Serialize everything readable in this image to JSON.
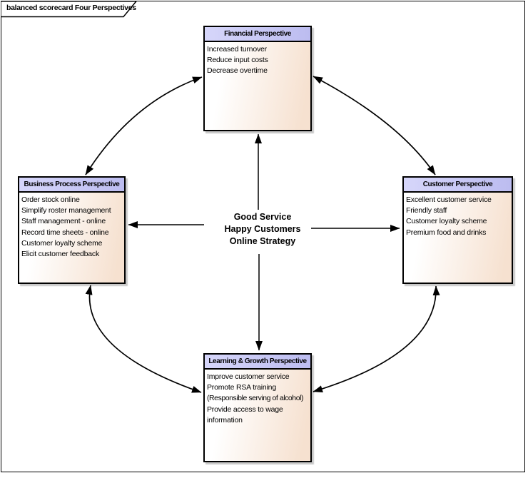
{
  "frame": {
    "tab_label": "balanced scorecard Four Perspectives"
  },
  "center": {
    "lines": [
      "Good Service",
      "Happy Customers",
      "Online Strategy"
    ]
  },
  "nodes": {
    "financial": {
      "title": "Financial Perspective",
      "items": [
        "Increased turnover",
        "Reduce input costs",
        "Decrease overtime"
      ]
    },
    "business_process": {
      "title": "Business Process Perspective",
      "items": [
        "Order stock online",
        "Simplify roster management",
        "Staff management - online",
        "Record time sheets - online",
        "Customer loyalty scheme",
        "Elicit customer feedback"
      ]
    },
    "customer": {
      "title": "Customer Perspective",
      "items": [
        "Excellent customer service",
        "Friendly staff",
        "Customer loyalty scheme",
        "Premium food and drinks"
      ]
    },
    "learning_growth": {
      "title": "Learning & Growth Perspective",
      "items": [
        "Improve customer service",
        "Promote RSA training",
        "(Responsible serving of alcohol)",
        "Provide access to wage",
        "information"
      ]
    }
  },
  "connectors": {
    "style": "double-headed arrows: circle arcs between perspectives, straight arrows from central strategy to each perspective"
  },
  "colors": {
    "header_fill_left": "#d6d6fa",
    "header_fill_right": "#bcbcf0",
    "body_fill_left": "#ffffff",
    "body_fill_right": "#f6e1d0",
    "border": "#000000",
    "arrow": "#000000",
    "shadow": "#c9c9c9",
    "tab_background": "#ffffff",
    "background": "#ffffff"
  }
}
